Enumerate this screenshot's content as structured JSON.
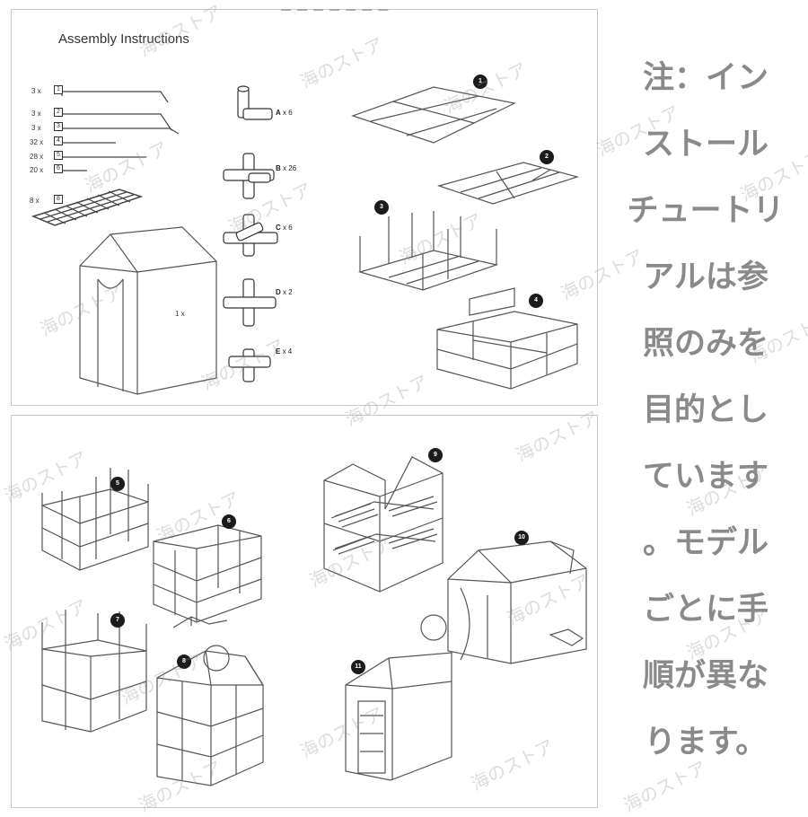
{
  "header_cut": "— — — —  — — —",
  "title": "Assembly Instructions",
  "parts": [
    {
      "qty": "3 x",
      "id": "1"
    },
    {
      "qty": "3 x",
      "id": "2"
    },
    {
      "qty": "3 x",
      "id": "3"
    },
    {
      "qty": "32 x",
      "id": "4"
    },
    {
      "qty": "28 x",
      "id": "5"
    },
    {
      "qty": "20 x",
      "id": "6"
    },
    {
      "qty": "8 x",
      "id": "8"
    }
  ],
  "cover_qty": "1 x",
  "connectors": [
    {
      "letter": "A",
      "qty": "x 6"
    },
    {
      "letter": "B",
      "qty": "x 26"
    },
    {
      "letter": "C",
      "qty": "x 6"
    },
    {
      "letter": "D",
      "qty": "x 2"
    },
    {
      "letter": "E",
      "qty": "x 4"
    }
  ],
  "steps": [
    "1",
    "2",
    "3",
    "4",
    "5",
    "6",
    "7",
    "8",
    "9",
    "10",
    "11"
  ],
  "note_lines": [
    "注：イン",
    "ストール",
    "チュートリ",
    "アルは参",
    "照のみを",
    "目的とし",
    "ています",
    "。モデル",
    "ごとに手",
    "順が異な",
    "ります。"
  ],
  "watermark": "海のストア"
}
